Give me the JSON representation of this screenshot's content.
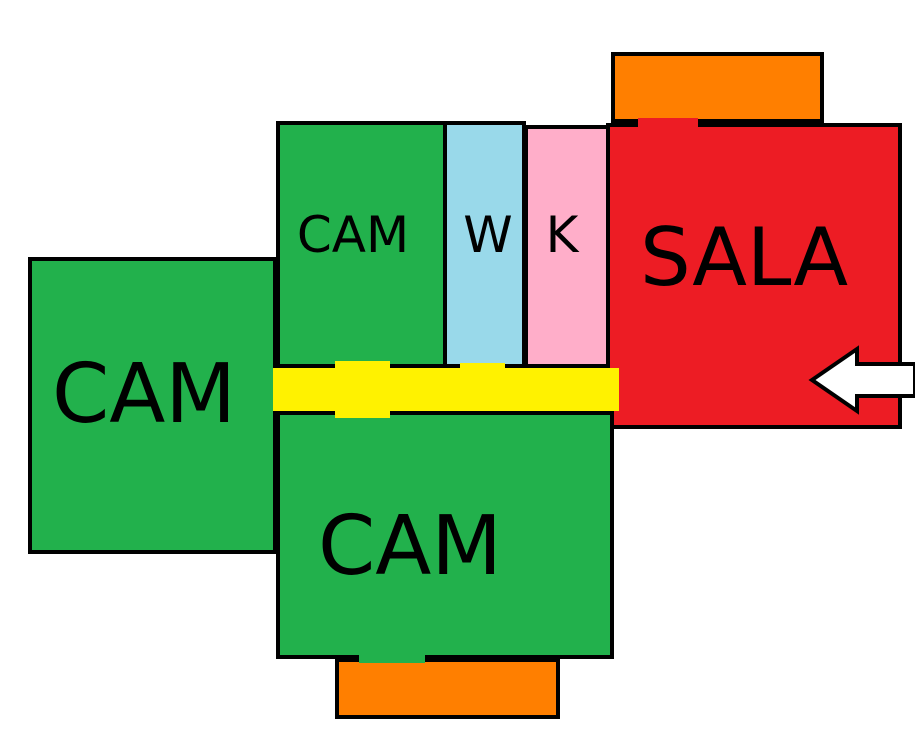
{
  "rooms": {
    "cam_top": {
      "label": "CAM",
      "color": "#22b14c"
    },
    "bath": {
      "label": "W",
      "color": "#99d9ea"
    },
    "kitchen": {
      "label": "K",
      "color": "#ffaec9"
    },
    "living": {
      "label": "SALA",
      "color": "#ed1c24"
    },
    "cam_left": {
      "label": "CAM",
      "color": "#22b14c"
    },
    "cam_bottom": {
      "label": "CAM",
      "color": "#22b14c"
    }
  },
  "corridor": {
    "color": "#fff200"
  },
  "balconies": {
    "color": "#ff7f00"
  },
  "entrance": {
    "icon": "arrow-left-icon",
    "color": "#ffffff"
  }
}
